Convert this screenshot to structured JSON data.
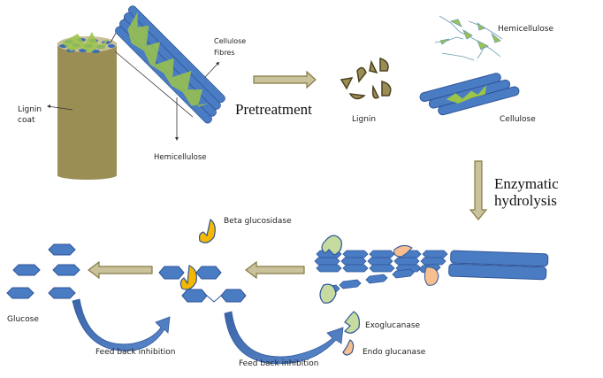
{
  "labels": {
    "lignin_coat": [
      "Lignin",
      "coat"
    ],
    "cellulose_fibres": [
      "Cellulose",
      "Fibres"
    ],
    "hemicellulose_left": "Hemicellulose",
    "pretreatment": "Pretreatment",
    "lignin": "Lignin",
    "hemicellulose_right": "Hemicellulose",
    "cellulose": "Cellulose",
    "enzymatic_hydrolysis": [
      "Enzymatic",
      "hydrolysis"
    ],
    "beta_glucosidase": "Beta glucosidase",
    "glucose": "Glucose",
    "feedback_1": "Feed back inhibition",
    "feedback_2": "Feed back inhibition",
    "exoglucanase": "Exoglucanase",
    "endoglucanase": "Endo glucanase"
  },
  "colors": {
    "lignin": "#9b8e55",
    "cellulose": "#4a7cc4",
    "cellulose_stroke": "#2f5597",
    "hemicellulose": "#9bc44a",
    "process_arrow": "#c9c29a",
    "process_arrow_stroke": "#857a45",
    "beta_glucosidase": "#f5b800",
    "exoglucanase": "#c6dba0",
    "endoglucanase": "#f7bf90",
    "feedback_arrow": "#2f5a9a"
  }
}
